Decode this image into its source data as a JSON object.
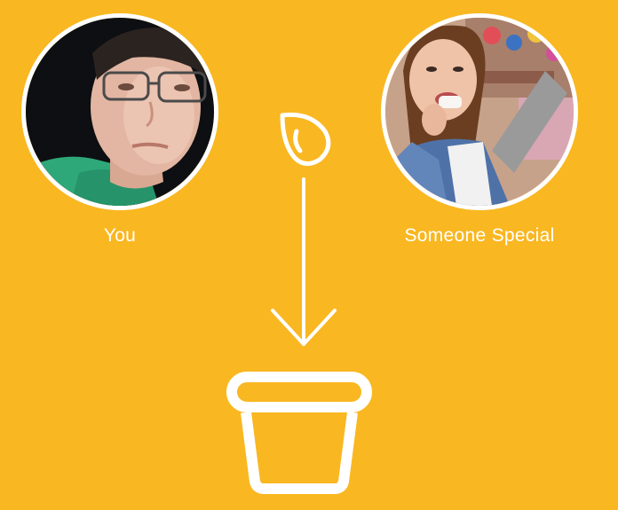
{
  "colors": {
    "background": "#f9b721",
    "line": "#ffffff",
    "label": "#ffffff"
  },
  "people": {
    "you": {
      "label": "You",
      "avatar": "portrait-photo"
    },
    "special": {
      "label": "Someone Special",
      "avatar": "portrait-photo"
    }
  },
  "icons": {
    "seed": "seed-drop-icon",
    "arrow": "arrow-down-icon",
    "pot": "flower-pot-icon"
  }
}
